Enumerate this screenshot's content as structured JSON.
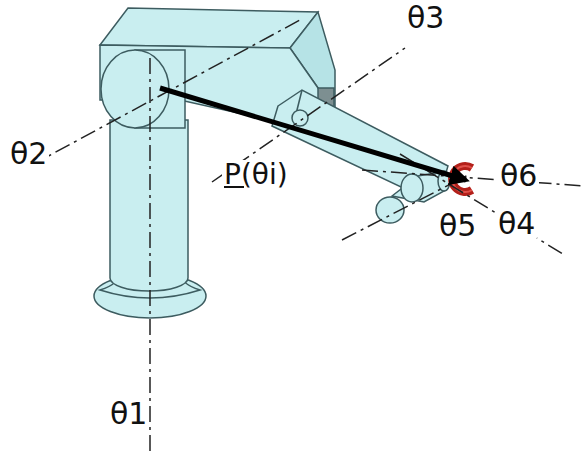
{
  "diagram": {
    "labels": [
      "θ3",
      "θ2",
      "P(θi)",
      "θ6",
      "θ5",
      "θ4",
      "θ1"
    ]
  }
}
